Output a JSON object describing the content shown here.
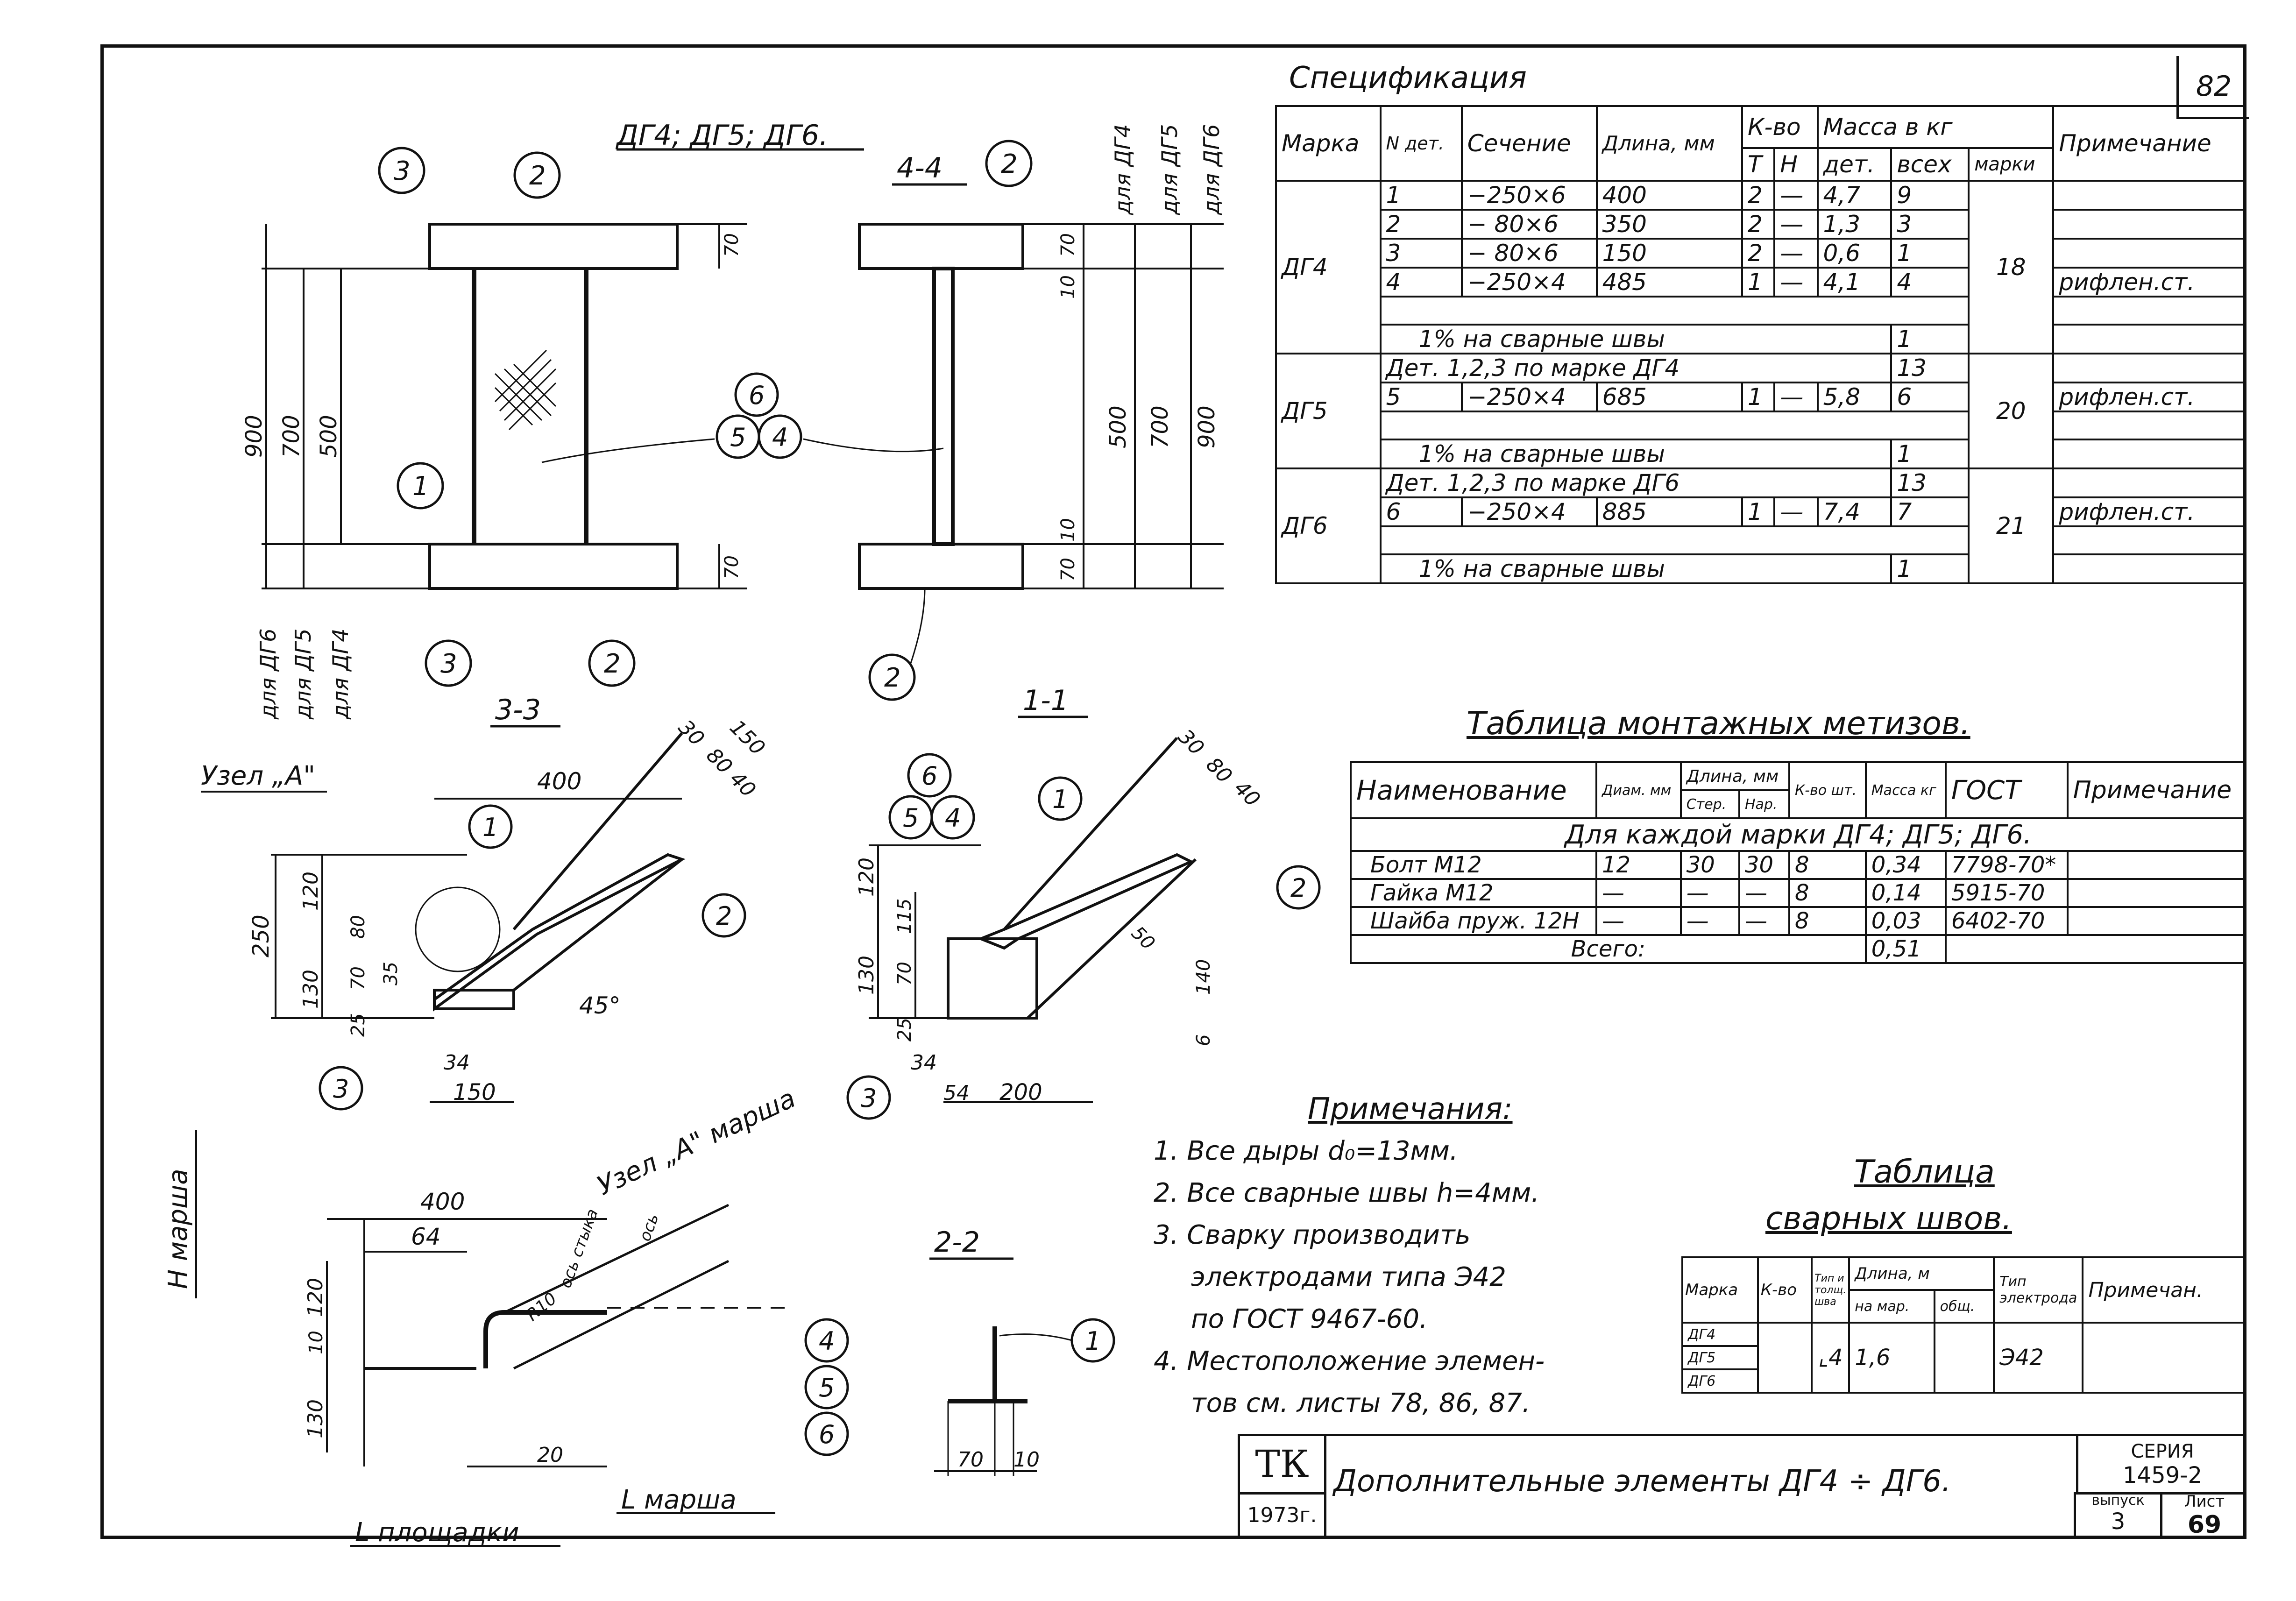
{
  "sheet_number_top": "82",
  "specification": {
    "title": "Спецификация",
    "headers": {
      "marka": "Марка",
      "n_det": "N дет.",
      "sechenie": "Сечение",
      "dlina": "Длина, мм",
      "kvo": "К-во",
      "t": "Т",
      "n": "Н",
      "massa": "Масса в кг",
      "det": "дет.",
      "vseh": "всех",
      "marki": "марки",
      "primechanie": "Примечание"
    },
    "groups": [
      {
        "marka": "ДГ4",
        "total": "18",
        "rows": [
          {
            "n": "1",
            "sech": "−250×6",
            "len": "400",
            "t": "2",
            "h": "—",
            "det": "4,7",
            "all": "9",
            "note": ""
          },
          {
            "n": "2",
            "sech": "− 80×6",
            "len": "350",
            "t": "2",
            "h": "—",
            "det": "1,3",
            "all": "3",
            "note": ""
          },
          {
            "n": "3",
            "sech": "− 80×6",
            "len": "150",
            "t": "2",
            "h": "—",
            "det": "0,6",
            "all": "1",
            "note": ""
          },
          {
            "n": "4",
            "sech": "−250×4",
            "len": "485",
            "t": "1",
            "h": "—",
            "det": "4,1",
            "all": "4",
            "note": "рифлен.ст."
          }
        ],
        "weld": "1% на сварные швы",
        "weld_val": "1"
      },
      {
        "marka": "ДГ5",
        "total": "20",
        "ref": "Дет. 1,2,3 по марке ДГ4",
        "ref_val": "13",
        "rows": [
          {
            "n": "5",
            "sech": "−250×4",
            "len": "685",
            "t": "1",
            "h": "—",
            "det": "5,8",
            "all": "6",
            "note": "рифлен.ст."
          }
        ],
        "weld": "1% на сварные швы",
        "weld_val": "1"
      },
      {
        "marka": "ДГ6",
        "total": "21",
        "ref": "Дет. 1,2,3 по марке ДГ6",
        "ref_val": "13",
        "rows": [
          {
            "n": "6",
            "sech": "−250×4",
            "len": "885",
            "t": "1",
            "h": "—",
            "det": "7,4",
            "all": "7",
            "note": "рифлен.ст."
          }
        ],
        "weld": "1% на сварные швы",
        "weld_val": "1"
      }
    ]
  },
  "fasteners": {
    "title": "Таблица монтажных метизов.",
    "headers": {
      "name": "Наименование",
      "diam": "Диам. мм",
      "dlina": "Длина, мм",
      "ster": "Стер.",
      "nar": "Нар.",
      "kvo": "К-во шт.",
      "massa": "Масса кг",
      "gost": "ГОСТ",
      "note": "Примечание"
    },
    "subtitle": "Для каждой марки ДГ4; ДГ5; ДГ6.",
    "rows": [
      {
        "name": "Болт М12",
        "diam": "12",
        "ster": "30",
        "nar": "30",
        "kvo": "8",
        "mass": "0,34",
        "gost": "7798-70*"
      },
      {
        "name": "Гайка М12",
        "diam": "—",
        "ster": "—",
        "nar": "—",
        "kvo": "8",
        "mass": "0,14",
        "gost": "5915-70"
      },
      {
        "name": "Шайба пруж. 12Н",
        "diam": "—",
        "ster": "—",
        "nar": "—",
        "kvo": "8",
        "mass": "0,03",
        "gost": "6402-70"
      }
    ],
    "total_label": "Всего:",
    "total_val": "0,51"
  },
  "notes": {
    "title": "Примечания:",
    "items": [
      "1. Все дыры d₀=13мм.",
      "2. Все сварные швы h=4мм.",
      "3. Сварку производить",
      "электродами типа Э42",
      "по ГОСТ 9467-60.",
      "4. Местоположение элемен-",
      "тов см. листы     78, 86, 87."
    ]
  },
  "welds": {
    "title_1": "Таблица",
    "title_2": "сварных швов.",
    "headers": {
      "marka": "Марка",
      "kvo": "К-во",
      "tip": "Тип и толщ. шва",
      "dlina": "Длина, м",
      "na_mar": "на мар.",
      "obsh": "общ.",
      "tip_el": "Тип электрода",
      "note": "Примечан."
    },
    "marks": [
      "ДГ4",
      "ДГ5",
      "ДГ6"
    ],
    "tip_val": "4",
    "len_val": "1,6",
    "electrode": "Э42"
  },
  "title_block": {
    "org": "ТК",
    "year": "1973г.",
    "title": "Дополнительные элементы ДГ4 ÷ ДГ6.",
    "seriya_label": "СЕРИЯ",
    "seriya": "1459-2",
    "vypusk_label": "выпуск",
    "vypusk": "3",
    "list_label": "Лист",
    "list": "69"
  },
  "drawing_labels": {
    "main_view_title": "ДГ4; ДГ5; ДГ6.",
    "sec_4_4": "4-4",
    "sec_3_3": "3-3",
    "sec_1_1": "1-1",
    "sec_2_2": "2-2",
    "uzel_a": "Узел „А\"",
    "uzel_a_marsha": "Узел „А\" марша",
    "for_dg4": "для ДГ4",
    "for_dg5": "для ДГ5",
    "for_dg6": "для ДГ6",
    "dims_main": [
      "900",
      "700",
      "500",
      "70",
      "70"
    ],
    "dims_44": [
      "70",
      "10",
      "500",
      "700",
      "900",
      "10",
      "70"
    ],
    "dims_33": [
      "400",
      "30",
      "80",
      "40",
      "150",
      "120",
      "80",
      "250",
      "130",
      "70",
      "35",
      "25",
      "34",
      "150",
      "45°"
    ],
    "dims_11": [
      "30",
      "80",
      "40",
      "120",
      "115",
      "130",
      "70",
      "25",
      "50",
      "140",
      "6",
      "34",
      "54",
      "200"
    ],
    "dims_uzel": [
      "400",
      "64",
      "120",
      "10",
      "130",
      "20",
      "R10"
    ],
    "dims_22": [
      "70",
      "10"
    ],
    "axis_stair": "ось стыка",
    "axis": "ось",
    "h_marsha": "H марша",
    "l_marsha": "L марша",
    "l_ploshchadki": "L площадки",
    "markers": [
      "1",
      "2",
      "3",
      "4",
      "5",
      "6"
    ]
  }
}
